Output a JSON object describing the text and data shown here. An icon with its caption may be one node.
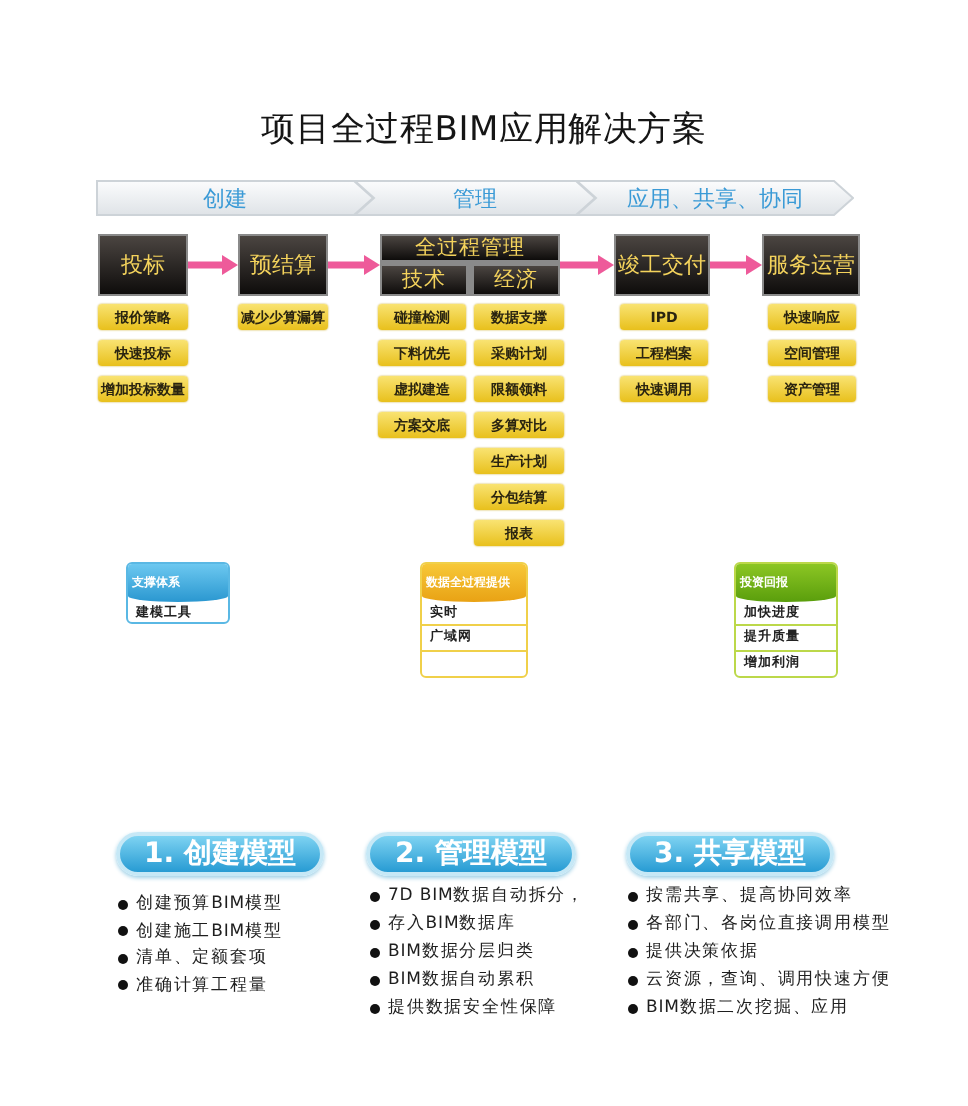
{
  "diagram": {
    "title": "项目全过程BIM应用解决方案",
    "nodes": [
      {
        "text": [
          "创建"
        ]
      },
      {
        "text": [
          "管理"
        ]
      },
      {
        "text": [
          "应用、共享、协同"
        ]
      },
      {
        "text": [
          "投标"
        ]
      },
      {
        "text": [
          "预结算"
        ]
      },
      {
        "text": [
          "全过程管理"
        ]
      },
      {
        "text": [
          "技术"
        ],
        "in": 5
      },
      {
        "text": [
          "经济"
        ],
        "in": 5
      },
      {
        "text": [
          "竣工交付"
        ]
      },
      {
        "text": [
          "服务运营"
        ]
      },
      {
        "text": [
          "报价策略"
        ]
      },
      {
        "text": [
          "快速投标"
        ]
      },
      {
        "text": [
          "增加投标数量"
        ]
      },
      {
        "text": [
          "减少少算漏算"
        ]
      },
      {
        "text": [
          "碰撞检测"
        ]
      },
      {
        "text": [
          "下料优先"
        ]
      },
      {
        "text": [
          "虚拟建造"
        ]
      },
      {
        "text": [
          "方案交底"
        ]
      },
      {
        "text": [
          "数据支撑"
        ]
      },
      {
        "text": [
          "采购计划"
        ]
      },
      {
        "text": [
          "限额领料"
        ]
      },
      {
        "text": [
          "多算对比"
        ]
      },
      {
        "text": [
          "生产计划"
        ]
      },
      {
        "text": [
          "分包结算"
        ]
      },
      {
        "text": [
          "报表"
        ]
      },
      {
        "text": [
          "IPD"
        ]
      },
      {
        "text": [
          "工程档案"
        ]
      },
      {
        "text": [
          "快速调用"
        ]
      },
      {
        "text": [
          "快速响应"
        ]
      },
      {
        "text": [
          "空间管理"
        ]
      },
      {
        "text": [
          "资产管理"
        ]
      },
      {
        "text": [
          "支撑体系",
          "建模工具"
        ]
      },
      {
        "text": [
          "数据全过程提供",
          "实时",
          "广域网"
        ]
      },
      {
        "text": [
          "投资回报",
          "加快进度",
          "提升质量",
          "增加利润"
        ]
      },
      {
        "text": [
          "1. 创建模型"
        ],
        "beside": [
          "创建预算BIM模型",
          "创建施工BIM模型",
          "清单、定额套项",
          "准确计算工程量"
        ]
      },
      {
        "text": [
          "2. 管理模型"
        ],
        "beside": [
          "7D BIM数据自动拆分，",
          "存入BIM数据库",
          "BIM数据分层归类",
          "BIM数据自动累积",
          "提供数据安全性保障"
        ]
      },
      {
        "text": [
          "3. 共享模型"
        ],
        "beside": [
          "按需共享、提高协同效率",
          "各部门、各岗位直接调用模型",
          "提供决策依据",
          "云资源，查询、调用快速方便",
          "BIM数据二次挖掘、应用"
        ]
      }
    ],
    "edges": [
      {
        "from": 3,
        "to": 4,
        "arrow": "to"
      },
      {
        "from": 4,
        "to": 5,
        "arrow": "to"
      },
      {
        "from": 5,
        "to": 8,
        "arrow": "to"
      },
      {
        "from": 8,
        "to": 9,
        "arrow": "to"
      }
    ]
  }
}
